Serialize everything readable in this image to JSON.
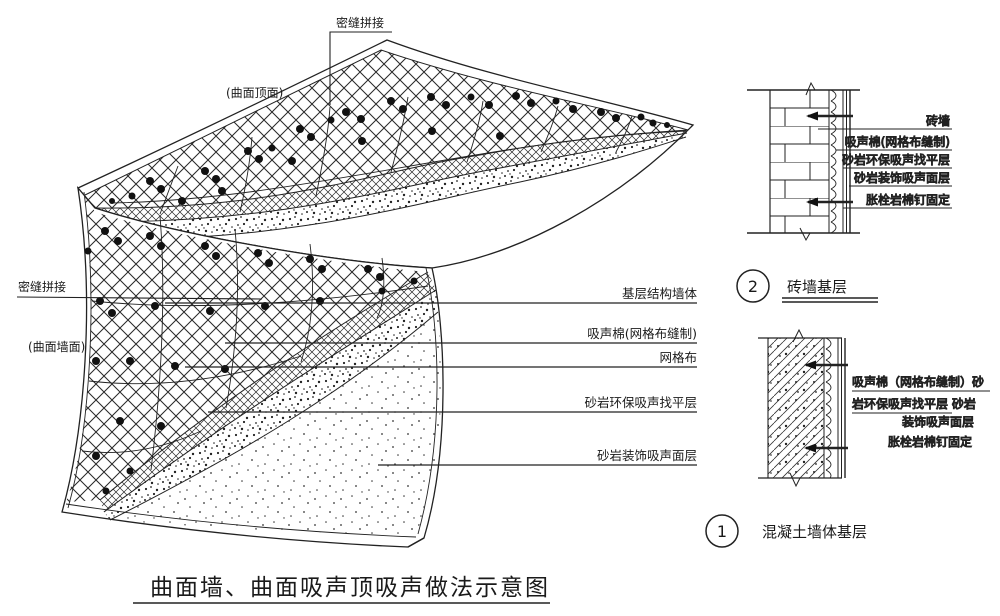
{
  "page": {
    "background": "#ffffff",
    "ink": "#222222"
  },
  "main_diagram": {
    "top_seam_label": "密缝拼接",
    "top_surface_label": "(曲面顶面)",
    "left_seam_label": "密缝拼接",
    "wall_surface_label": "(曲面墙面)",
    "layer_labels": [
      "基层结构墙体",
      "吸声棉(网格布缝制)",
      "网格布",
      "砂岩环保吸声找平层",
      "砂岩装饰吸声面层"
    ]
  },
  "detail_brick": {
    "number": "2",
    "title": "砖墙基层",
    "labels": [
      "砖墙",
      "吸声棉(网格布缝制)",
      "砂岩环保吸声找平层",
      "砂岩装饰吸声面层",
      "胀栓岩棉钉固定"
    ]
  },
  "detail_concrete": {
    "number": "1",
    "title": "混凝土墙体基层",
    "note_lines": [
      "吸声棉（网格布缝制）砂",
      "岩环保吸声找平层 砂岩",
      "装饰吸声面层",
      "胀栓岩棉钉固定"
    ]
  },
  "caption": "曲面墙、曲面吸声顶吸声做法示意图"
}
